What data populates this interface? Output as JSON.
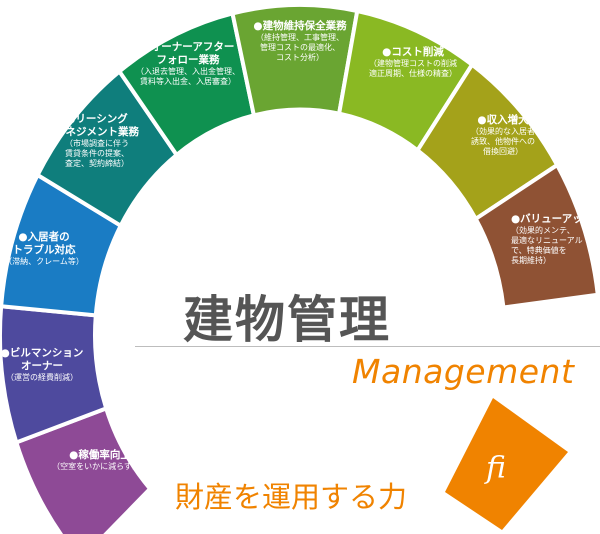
{
  "colors": {
    "purple": "#8e4a96",
    "indigo": "#4e4a9e",
    "blue": "#1a7cc4",
    "teal": "#0f7e7c",
    "green": "#0f9150",
    "lightgreen": "#6aa532",
    "yellowgreen": "#8ab923",
    "olive": "#a4a21a",
    "brown": "#8f5234",
    "orange": "#f08300"
  },
  "segments": [
    {
      "title": "●稼働率向上",
      "sub": [
        "（空室をいかに減らすか）"
      ],
      "color": "#8e4a96"
    },
    {
      "title": "●ビルマンション",
      "title2": "オーナー",
      "sub": [
        "（運営の経費削減）"
      ],
      "color": "#4e4a9e"
    },
    {
      "title": "●入居者の",
      "title2": "トラブル対応",
      "sub": [
        "（滞納、クレーム等）"
      ],
      "color": "#1a7cc4"
    },
    {
      "title": "●リーシング",
      "title2": "マネジメント業務",
      "sub": [
        "（市場調査に伴う",
        "賃貸条件の提案、",
        "査定、契約締結）"
      ],
      "color": "#0f7e7c"
    },
    {
      "title": "●オーナーアフター",
      "title2": "フォロー業務",
      "sub": [
        "（入退去管理、入出金管理、",
        "賃料等入出金、入居審査）"
      ],
      "color": "#0f9150"
    },
    {
      "title": "●建物維持保全業務",
      "sub": [
        "（維持管理、工事管理、",
        "管理コストの最適化、",
        "コスト分析）"
      ],
      "color": "#6aa532"
    },
    {
      "title": "●コスト削減",
      "sub": [
        "（建物管理コストの削減",
        "適正周期、仕様の精査）"
      ],
      "color": "#8ab923"
    },
    {
      "title": "●収入増大",
      "sub": [
        "（効果的な入居者",
        "誘致、他物件への",
        "借換回避）"
      ],
      "color": "#a4a21a"
    },
    {
      "title": "●バリューアップ",
      "sub": [
        "（効果的メンテ、",
        "最適なリニューアル",
        "で、特典価値を",
        "長期維持）"
      ],
      "color": "#8f5234"
    }
  ],
  "main": {
    "title": "建物管理",
    "english": "Management",
    "tagline": "財産を運用する力"
  },
  "logo": {
    "text": "fi"
  }
}
